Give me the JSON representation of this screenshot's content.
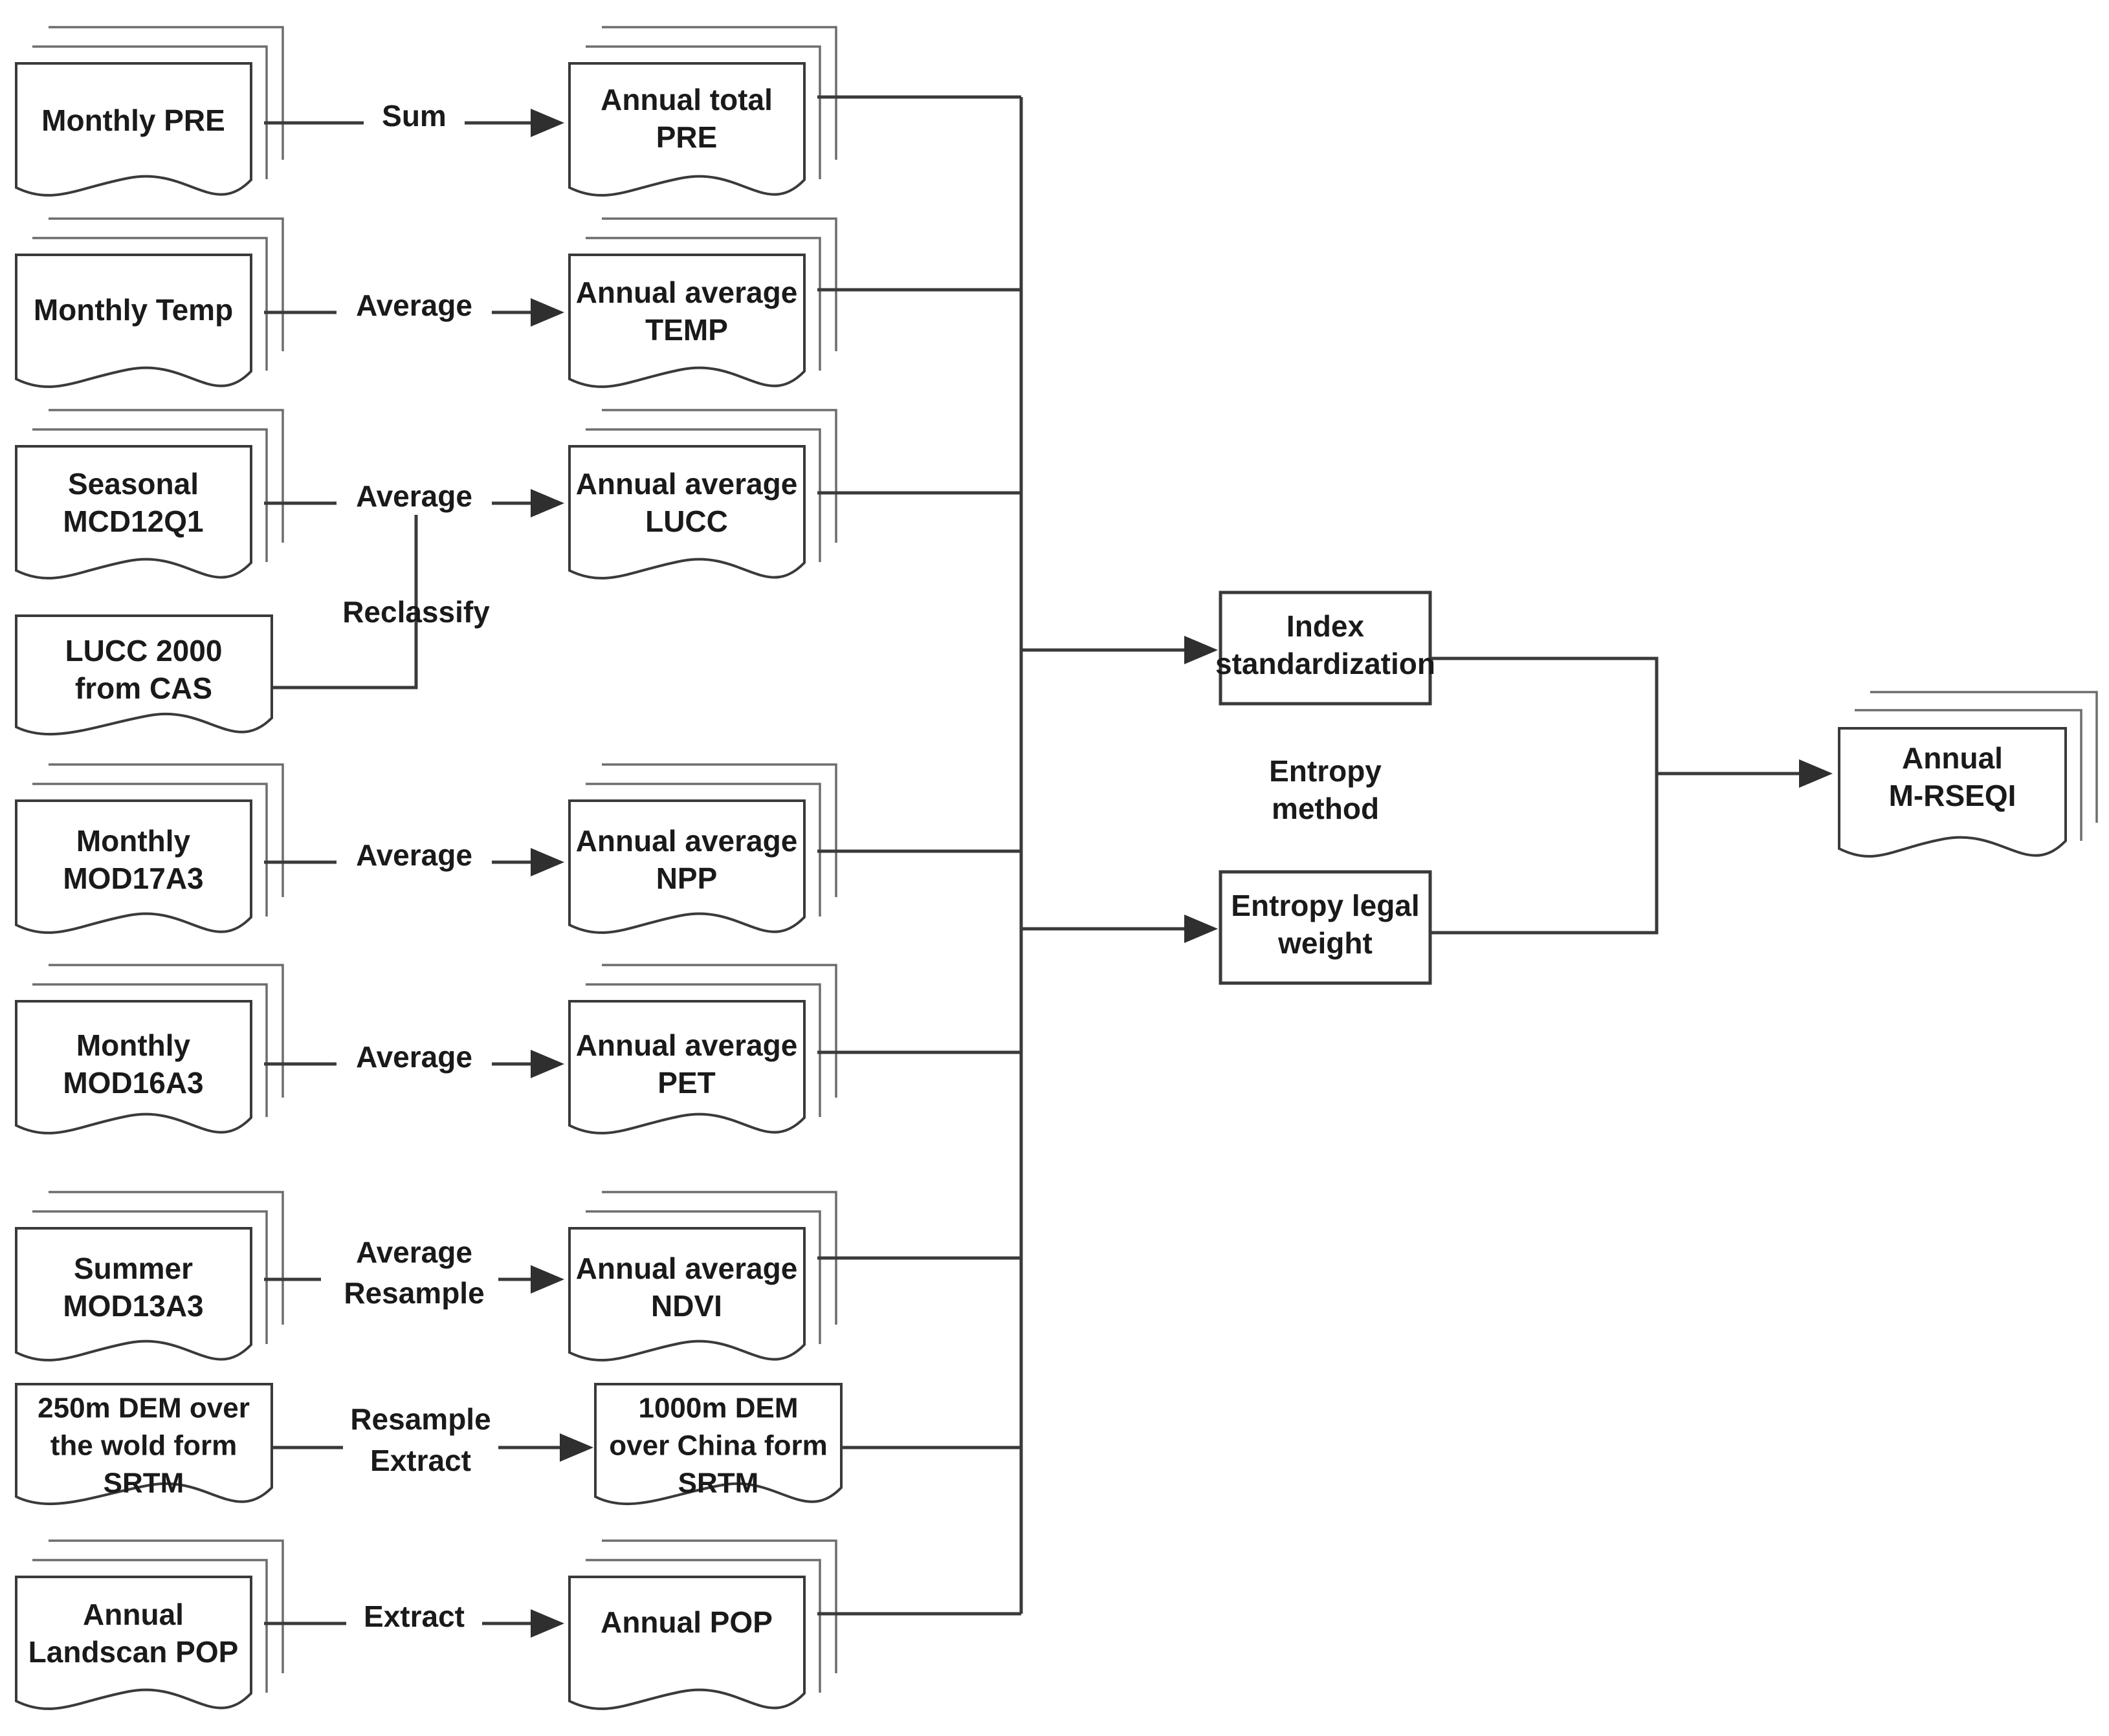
{
  "diagram": {
    "title": "Data processing workflow for Annual M-RSEQI",
    "colors": {
      "stroke_primary": "#3a3a3a",
      "stroke_secondary": "#6d6d6d",
      "text": "#1a1a1a",
      "background": "#ffffff"
    },
    "sources": [
      {
        "id": "monthly-pre",
        "label_line1": "Monthly PRE",
        "label_line2": "",
        "shape": "stacked-document"
      },
      {
        "id": "monthly-temp",
        "label_line1": "Monthly Temp",
        "label_line2": "",
        "shape": "stacked-document"
      },
      {
        "id": "seasonal-mcd12q1",
        "label_line1": "Seasonal",
        "label_line2": "MCD12Q1",
        "shape": "stacked-document"
      },
      {
        "id": "lucc-2000-cas",
        "label_line1": "LUCC 2000",
        "label_line2": "from CAS",
        "shape": "document"
      },
      {
        "id": "monthly-mod17a3",
        "label_line1": "Monthly",
        "label_line2": "MOD17A3",
        "shape": "stacked-document"
      },
      {
        "id": "monthly-mod16a3",
        "label_line1": "Monthly",
        "label_line2": "MOD16A3",
        "shape": "stacked-document"
      },
      {
        "id": "summer-mod13a3",
        "label_line1": "Summer",
        "label_line2": "MOD13A3",
        "shape": "stacked-document"
      },
      {
        "id": "dem-250m",
        "label_line1": "250m DEM over",
        "label_line2": "the wold form",
        "label_line3": "SRTM",
        "shape": "document"
      },
      {
        "id": "annual-landscan-pop",
        "label_line1": "Annual",
        "label_line2": "Landscan POP",
        "shape": "stacked-document"
      }
    ],
    "operations": [
      {
        "id": "op-sum",
        "label_line1": "Sum",
        "label_line2": ""
      },
      {
        "id": "op-average-temp",
        "label_line1": "Average",
        "label_line2": ""
      },
      {
        "id": "op-average-lucc",
        "label_line1": "Average",
        "label_line2": ""
      },
      {
        "id": "op-reclassify",
        "label_line1": "Reclassify",
        "label_line2": ""
      },
      {
        "id": "op-average-npp",
        "label_line1": "Average",
        "label_line2": ""
      },
      {
        "id": "op-average-pet",
        "label_line1": "Average",
        "label_line2": ""
      },
      {
        "id": "op-average-resample",
        "label_line1": "Average",
        "label_line2": "Resample"
      },
      {
        "id": "op-resample-extract",
        "label_line1": "Resample",
        "label_line2": "Extract"
      },
      {
        "id": "op-extract",
        "label_line1": "Extract",
        "label_line2": ""
      }
    ],
    "products": [
      {
        "id": "annual-total-pre",
        "label_line1": "Annual total",
        "label_line2": "PRE",
        "shape": "stacked-document"
      },
      {
        "id": "annual-average-temp",
        "label_line1": "Annual average",
        "label_line2": "TEMP",
        "shape": "stacked-document"
      },
      {
        "id": "annual-average-lucc",
        "label_line1": "Annual average",
        "label_line2": "LUCC",
        "shape": "stacked-document"
      },
      {
        "id": "annual-average-npp",
        "label_line1": "Annual average",
        "label_line2": "NPP",
        "shape": "stacked-document"
      },
      {
        "id": "annual-average-pet",
        "label_line1": "Annual average",
        "label_line2": "PET",
        "shape": "stacked-document"
      },
      {
        "id": "annual-average-ndvi",
        "label_line1": "Annual average",
        "label_line2": "NDVI",
        "shape": "stacked-document"
      },
      {
        "id": "dem-1000m",
        "label_line1": "1000m DEM",
        "label_line2": "over China form",
        "label_line3": "SRTM",
        "shape": "document"
      },
      {
        "id": "annual-pop",
        "label_line1": "Annual POP",
        "label_line2": "",
        "shape": "stacked-document"
      }
    ],
    "processes": [
      {
        "id": "index-standardization",
        "label_line1": "Index",
        "label_line2": "standardization",
        "shape": "rectangle"
      },
      {
        "id": "entropy-legal-weight",
        "label_line1": "Entropy legal",
        "label_line2": "weight",
        "shape": "rectangle"
      }
    ],
    "annotations": [
      {
        "id": "entropy-method",
        "label_line1": "Entropy",
        "label_line2": "method"
      }
    ],
    "output": {
      "id": "annual-m-rseqi",
      "label_line1": "Annual",
      "label_line2": "M-RSEQI",
      "shape": "stacked-document"
    }
  }
}
